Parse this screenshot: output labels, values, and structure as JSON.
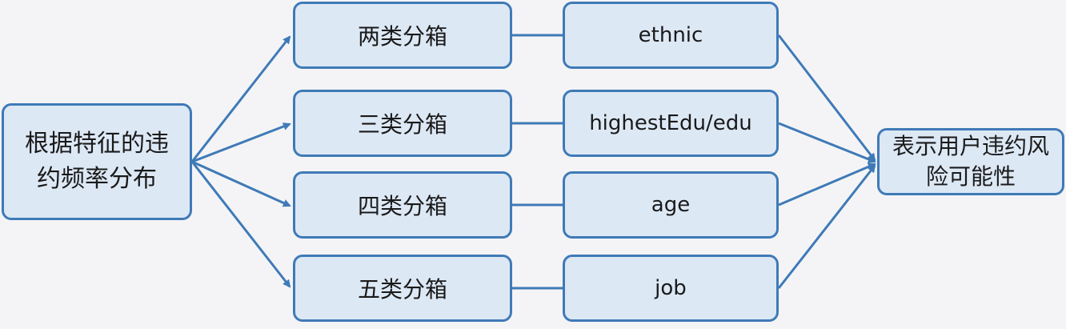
{
  "source": {
    "label": "根据特征的违约频率分布"
  },
  "rows": [
    {
      "bin": "两类分箱",
      "feature": "ethnic"
    },
    {
      "bin": "三类分箱",
      "feature": "highestEdu/edu"
    },
    {
      "bin": "四类分箱",
      "feature": "age"
    },
    {
      "bin": "五类分箱",
      "feature": "job"
    }
  ],
  "target": {
    "label": "表示用户违约风险可能性"
  },
  "colors": {
    "stroke": "#3f7ab7",
    "fill": "#dde8f5",
    "background": "#f4f4f6"
  }
}
